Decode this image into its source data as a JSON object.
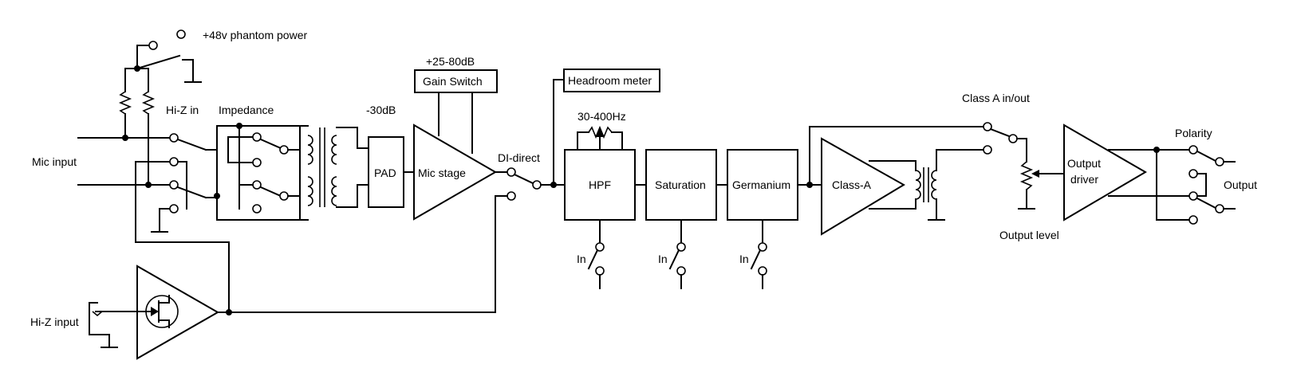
{
  "labels": {
    "phantom": "+48v phantom power",
    "hiz_in": "Hi-Z in",
    "impedance": "Impedance",
    "pad_db": "-30dB",
    "gain_range": "+25-80dB",
    "gain_switch": "Gain Switch",
    "headroom_meter": "Headroom meter",
    "hpf_range": "30-400Hz",
    "class_a_inout": "Class A in/out",
    "polarity": "Polarity",
    "mic_input": "Mic input",
    "pad": "PAD",
    "mic_stage": "Mic stage",
    "di_direct": "DI-direct",
    "hpf": "HPF",
    "saturation": "Saturation",
    "germanium": "Germanium",
    "class_a": "Class-A",
    "output_driver_1": "Output",
    "output_driver_2": "driver",
    "output": "Output",
    "output_level": "Output level",
    "hiz_input": "Hi-Z input",
    "in_hpf": "In",
    "in_sat": "In",
    "in_ger": "In"
  }
}
